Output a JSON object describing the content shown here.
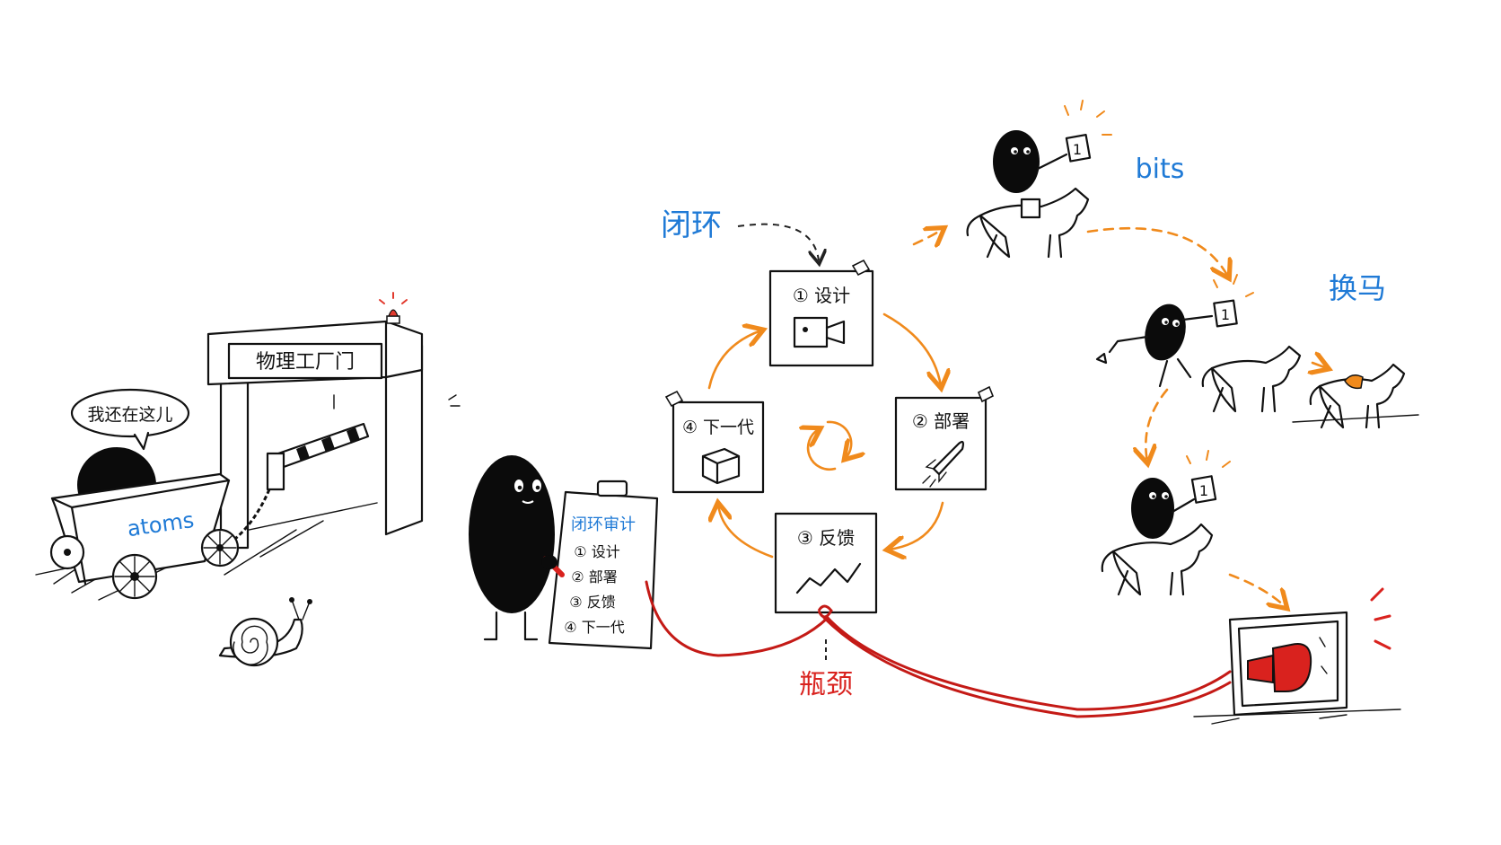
{
  "gate": {
    "sign": "物理工厂门"
  },
  "cart": {
    "speech": "我还在这儿",
    "label": "atoms"
  },
  "loop": {
    "title": "闭环",
    "steps": [
      {
        "label": "① 设计",
        "icon": "camera-icon"
      },
      {
        "label": "② 部署",
        "icon": "rocket-icon"
      },
      {
        "label": "③ 反馈",
        "icon": "chart-icon"
      },
      {
        "label": "④ 下一代",
        "icon": "cube-icon"
      }
    ],
    "center_icon": "cycle-icon"
  },
  "clipboard": {
    "title": "闭环审计",
    "items": [
      "① 设计",
      "② 部署",
      "③ 反馈",
      "④ 下一代"
    ]
  },
  "bottleneck": {
    "label": "瓶颈"
  },
  "bits": {
    "label": "bits",
    "card": "1"
  },
  "relay": {
    "label": "换马"
  },
  "colors": {
    "blue": "#1f7ad6",
    "orange": "#f08a1c",
    "red": "#d9221e",
    "ink": "#111111"
  }
}
